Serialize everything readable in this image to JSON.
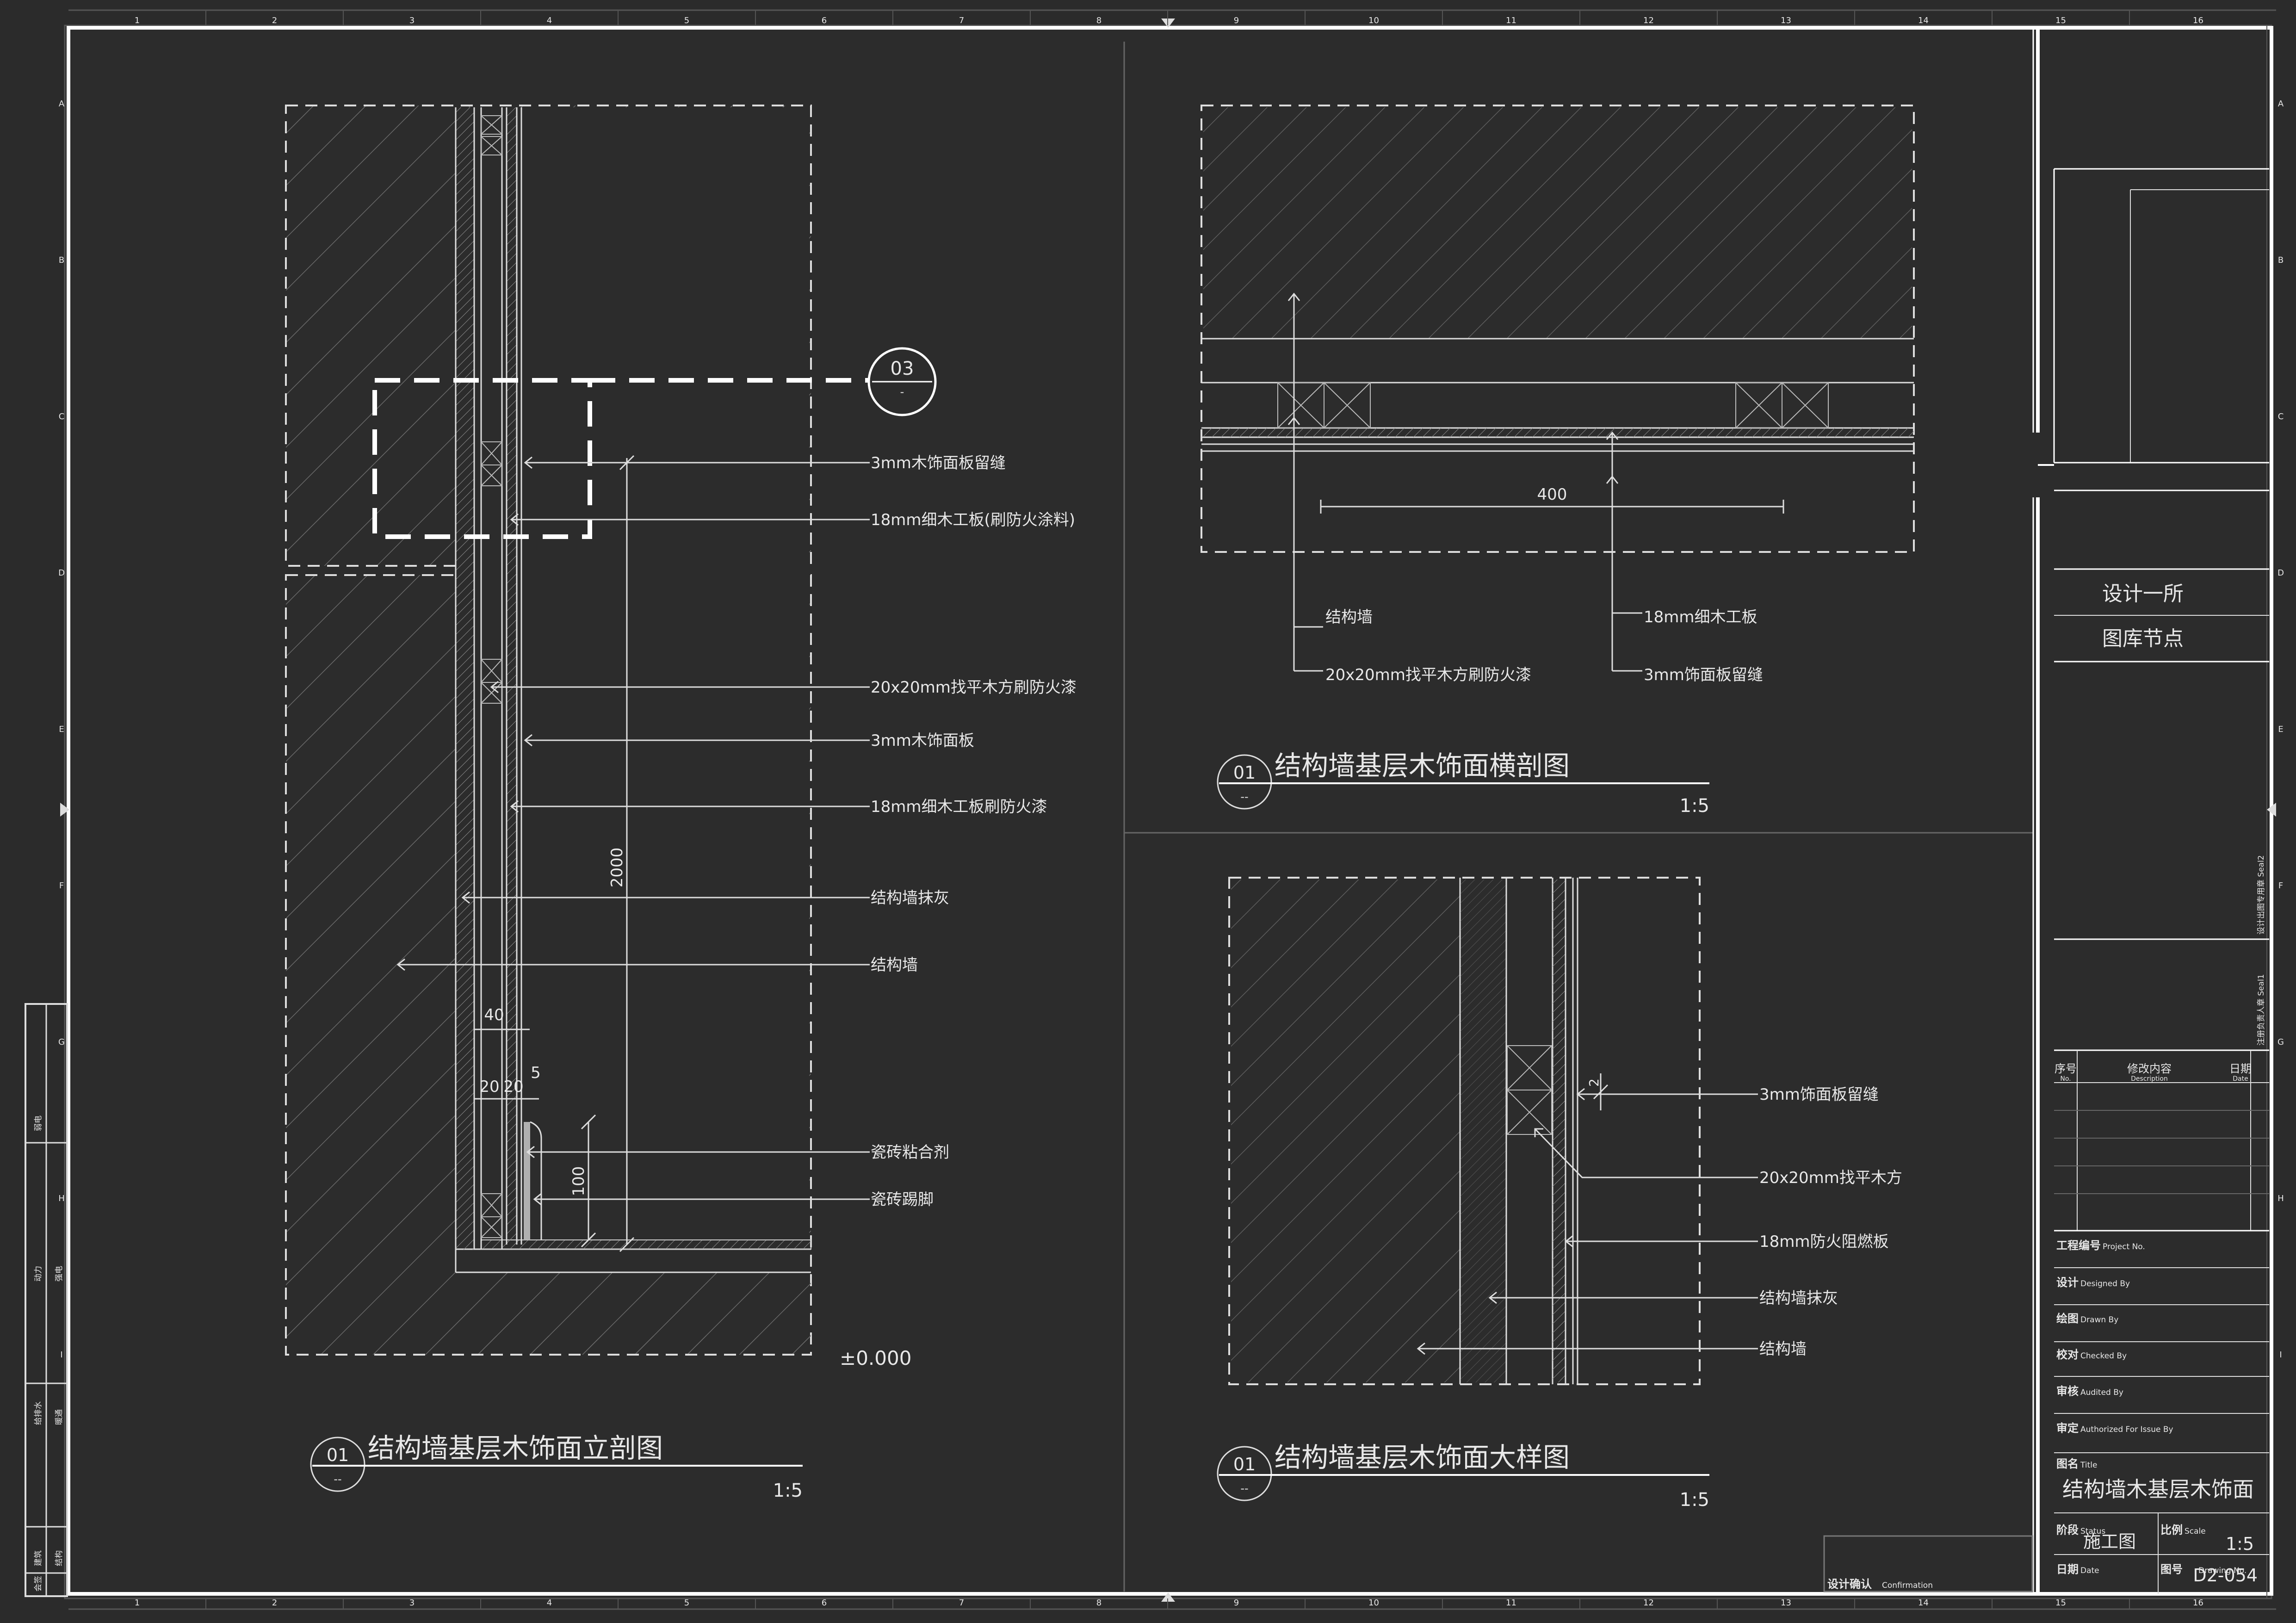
{
  "grid": {
    "columns": [
      "1",
      "2",
      "3",
      "4",
      "5",
      "6",
      "7",
      "8",
      "9",
      "10",
      "11",
      "12",
      "13",
      "14",
      "15",
      "16"
    ],
    "rows": [
      "A",
      "B",
      "C",
      "D",
      "E",
      "F",
      "G",
      "H",
      "I"
    ]
  },
  "view1": {
    "callout": {
      "top": "03",
      "bottom": "-"
    },
    "labels": [
      "3mm木饰面板留缝",
      "18mm细木工板(刷防火涂料)",
      "20x20mm找平木方刷防火漆",
      "3mm木饰面板",
      "18mm细木工板刷防火漆",
      "结构墙抹灰",
      "结构墙",
      "瓷砖粘合剂",
      "瓷砖踢脚"
    ],
    "dims": {
      "height": "2000",
      "width_total": "40",
      "w1": "20",
      "w2": "20",
      "w3": "5",
      "skirting": "100"
    },
    "level": "±0.000",
    "title": {
      "num": "01",
      "sub": "--",
      "text": "结构墙基层木饰面立剖图",
      "scale": "1:5"
    }
  },
  "view2": {
    "dim": "400",
    "labels": [
      "结构墙",
      "20x20mm找平木方刷防火漆",
      "18mm细木工板",
      "3mm饰面板留缝"
    ],
    "title": {
      "num": "01",
      "sub": "--",
      "text": "结构墙基层木饰面横剖图",
      "scale": "1:5"
    }
  },
  "view3": {
    "dim": "2",
    "labels": [
      "3mm饰面板留缝",
      "20x20mm找平木方",
      "18mm防火阻燃板",
      "结构墙抹灰",
      "结构墙"
    ],
    "title": {
      "num": "01",
      "sub": "--",
      "text": "结构墙基层木饰面大样图",
      "scale": "1:5"
    }
  },
  "title_block": {
    "company": "设计一所",
    "project": "图库节点",
    "seal2": "设计出图专用章 Seal2",
    "seal1": "注册负责人章 Seal1",
    "rev_headers": [
      {
        "cn": "序号",
        "en": "No."
      },
      {
        "cn": "修改内容",
        "en": "Description"
      },
      {
        "cn": "日期",
        "en": "Date"
      }
    ],
    "rows": [
      {
        "cn": "工程编号",
        "en": "Project No."
      },
      {
        "cn": "设计",
        "en": "Designed By"
      },
      {
        "cn": "绘图",
        "en": "Drawn By"
      },
      {
        "cn": "校对",
        "en": "Checked By"
      },
      {
        "cn": "审核",
        "en": "Audited By"
      },
      {
        "cn": "审定",
        "en": "Authorized For Issue By"
      }
    ],
    "title_label": {
      "cn": "图名",
      "en": "Title"
    },
    "title": "结构墙木基层木饰面",
    "status_label": {
      "cn": "阶段",
      "en": "Status"
    },
    "status": "施工图",
    "scale_label": {
      "cn": "比例",
      "en": "Scale"
    },
    "scale": "1:5",
    "date_label": {
      "cn": "日期",
      "en": "Date"
    },
    "drawing_label": {
      "cn": "图号",
      "en": "Drawing No."
    },
    "drawing_no": "D2-054",
    "confirm": {
      "cn": "设计确认",
      "en": "Confirmation"
    }
  },
  "left_strip": [
    {
      "a": "弱电",
      "b": ""
    },
    {
      "a": "动力",
      "b": "强电"
    },
    {
      "a": "给排水",
      "b": "暖通"
    },
    {
      "a": "建筑",
      "b": "结构"
    },
    {
      "a": "会签",
      "b": ""
    }
  ]
}
